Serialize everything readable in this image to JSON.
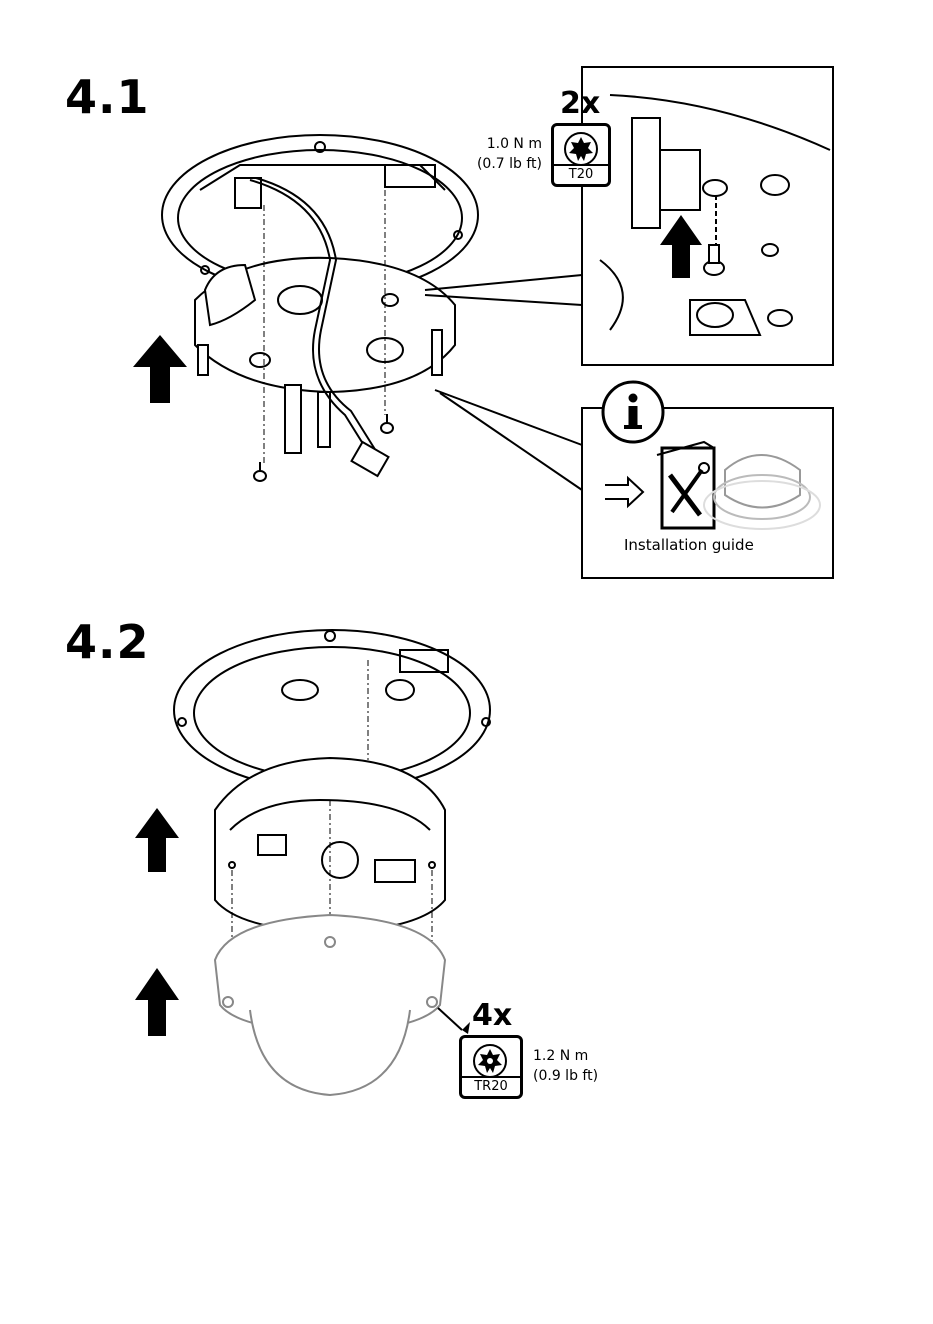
{
  "step1": {
    "number": "4.1",
    "quantity": "2x",
    "torque_nm": "1.0 N m",
    "torque_lbft": "(0.7 lb ft)",
    "bit": "T20",
    "info_icon": "info-icon",
    "guide_label": "Installation guide"
  },
  "step2": {
    "number": "4.2",
    "quantity": "4x",
    "torque_nm": "1.2 N m",
    "torque_lbft": "(0.9 lb ft)",
    "bit": "TR20"
  }
}
